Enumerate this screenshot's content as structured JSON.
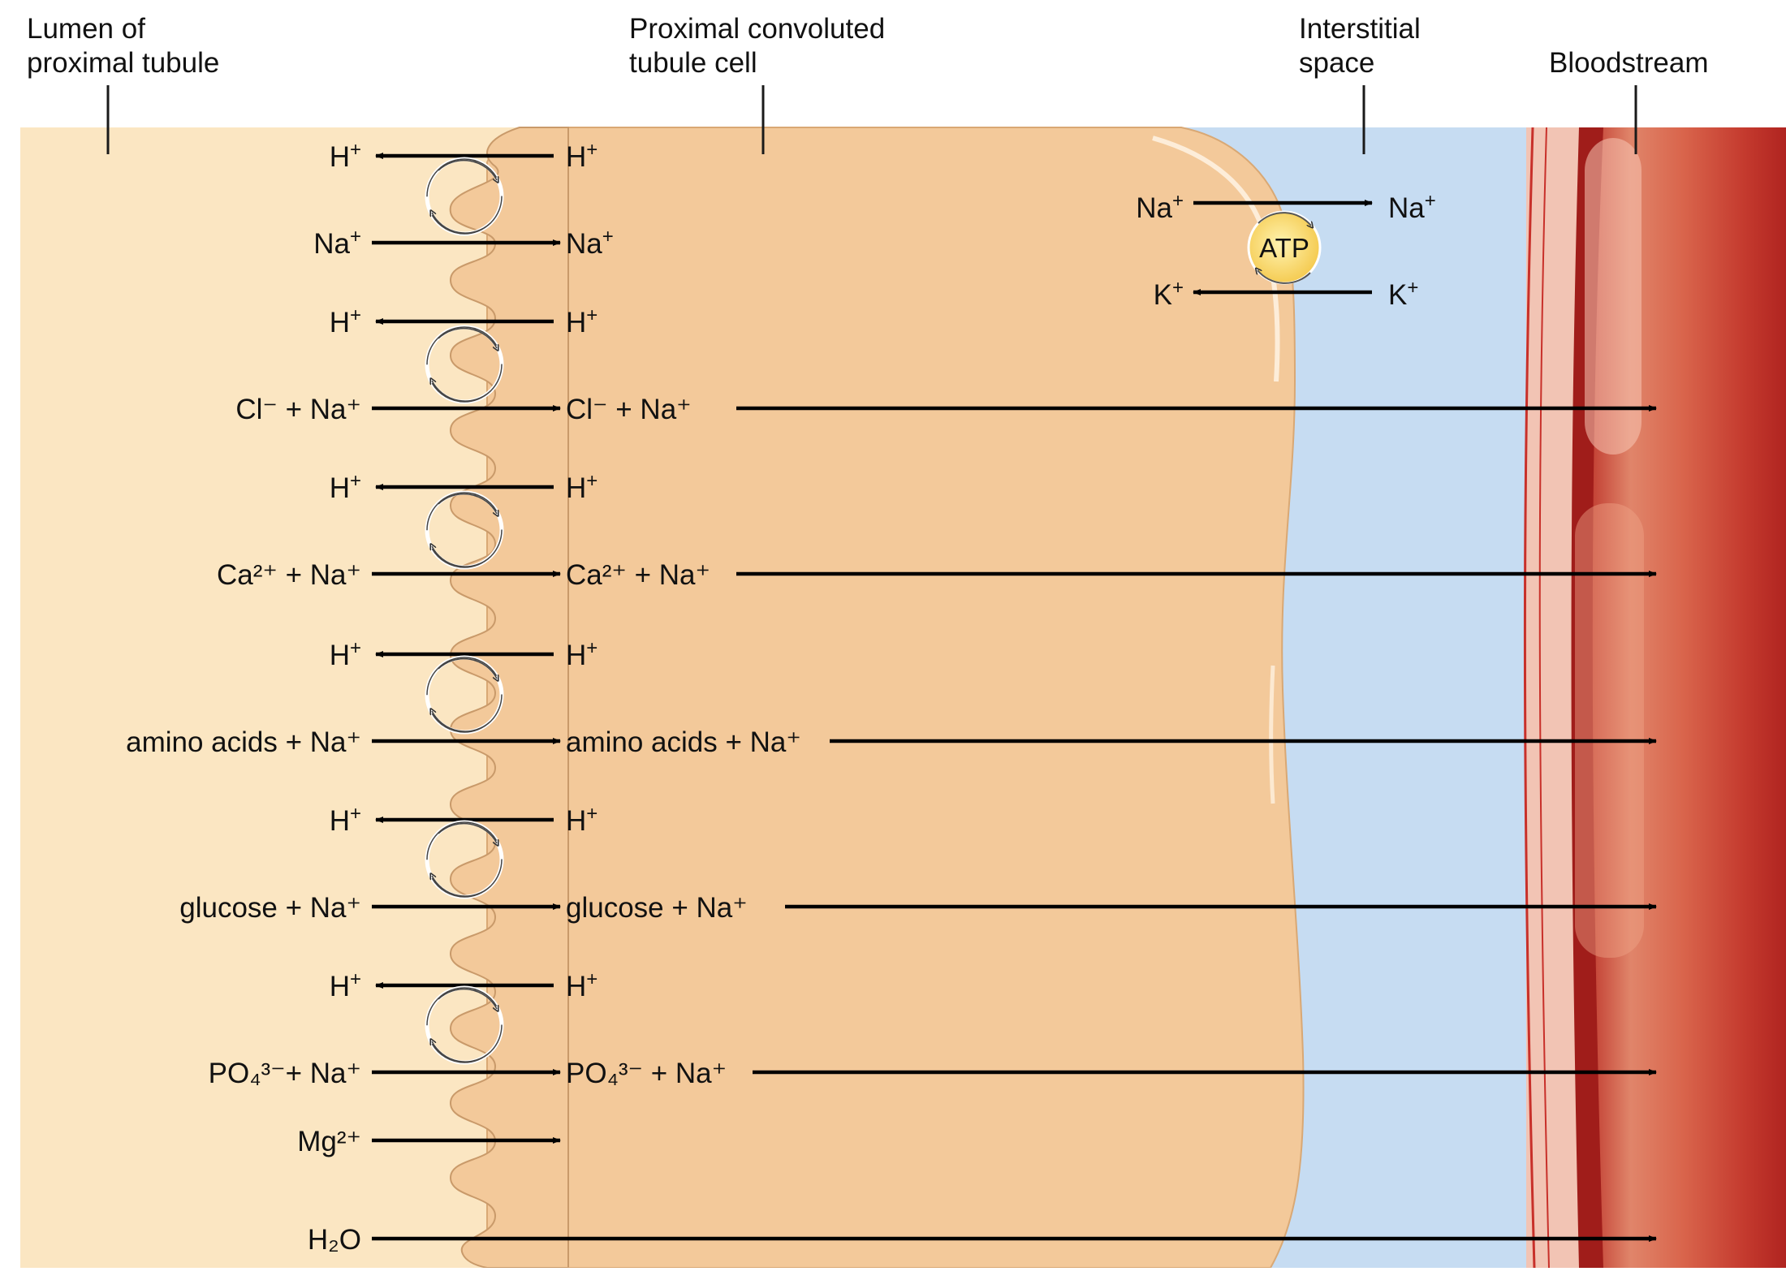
{
  "headers": {
    "lumen": [
      "Lumen of",
      "proximal tubule"
    ],
    "cell": [
      "Proximal convoluted",
      "tubule cell"
    ],
    "interstitial": [
      "Interstitial",
      "space"
    ],
    "bloodstream": [
      "Bloodstream"
    ]
  },
  "pump": {
    "atp_label": "ATP",
    "na_out": "Na",
    "na_in": "Na",
    "k_in": "K",
    "k_out": "K",
    "plus": "+"
  },
  "transport_rows": [
    {
      "left": "H",
      "left_sup": "+",
      "right": "H",
      "right_sup": "+",
      "direction": "to-lumen"
    },
    {
      "left": "Na",
      "left_sup": "+",
      "right": "Na",
      "right_sup": "+",
      "direction": "to-cell"
    },
    {
      "left": "H",
      "left_sup": "+",
      "right": "H",
      "right_sup": "+",
      "direction": "to-lumen"
    },
    {
      "left": "Cl⁻ + Na⁺",
      "right": "Cl⁻ + Na⁺",
      "direction": "to-blood"
    },
    {
      "left": "H",
      "left_sup": "+",
      "right": "H",
      "right_sup": "+",
      "direction": "to-lumen"
    },
    {
      "left": "Ca²⁺ +  Na⁺",
      "right": "Ca²⁺ + Na⁺",
      "direction": "to-blood"
    },
    {
      "left": "H",
      "left_sup": "+",
      "right": "H",
      "right_sup": "+",
      "direction": "to-lumen"
    },
    {
      "left": "amino acids + Na⁺",
      "right": "amino acids + Na⁺",
      "direction": "to-blood"
    },
    {
      "left": "H",
      "left_sup": "+",
      "right": "H",
      "right_sup": "+",
      "direction": "to-lumen"
    },
    {
      "left": "glucose + Na⁺",
      "right": "glucose + Na⁺",
      "direction": "to-blood"
    },
    {
      "left": "H",
      "left_sup": "+",
      "right": "H",
      "right_sup": "+",
      "direction": "to-lumen"
    },
    {
      "left": "PO₄³⁻+ Na⁺",
      "right": "PO₄³⁻ + Na⁺",
      "direction": "to-blood"
    },
    {
      "left": "Mg²⁺",
      "right": "",
      "direction": "to-cell"
    },
    {
      "left": "H₂O",
      "right": "",
      "direction": "to-blood"
    }
  ],
  "colors": {
    "lumen": "#fbe6c2",
    "cell": "#f3c99a",
    "interstitial": "#c6dcf2",
    "vessel_wall": "#f2c4b4",
    "blood": "#c8302a",
    "arrow": "#000000"
  }
}
